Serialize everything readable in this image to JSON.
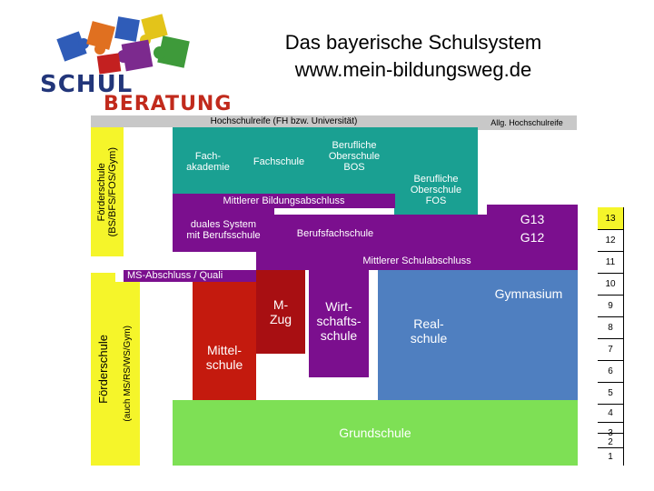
{
  "header": {
    "title_line1": "Das bayerische Schulsystem",
    "title_line2": "www.mein-bildungsweg.de",
    "logo_word1": "SCHUL",
    "logo_word2": "BERATUNG"
  },
  "blocks": {
    "hochschulreife": "Hochschulreife (FH bzw. Universität)",
    "allg_hochschulreife": "Allg. Hochschulreife",
    "foerderschule_top": "Förderschule",
    "foerderschule_top_sub": "(BS/BFS/FOS/Gym)",
    "fachakademie": "Fach-\nakademie",
    "fachschule": "Fachschule",
    "bos": "Berufliche\nOberschule\nBOS",
    "fos": "Berufliche\nOberschule\nFOS",
    "mittlerer_bildungsabschluss": "Mittlerer Bildungsabschluss",
    "duales_system": "duales System\nmit Berufsschule",
    "berufsfachschule": "Berufsfachschule",
    "g13": "G13",
    "g12": "G12",
    "mittlerer_schulabschluss": "Mittlerer Schulabschluss",
    "ms_abschluss": "MS-Abschluss / Quali",
    "foerderschule_bottom": "Förderschule",
    "foerderschule_bottom_sub": "(auch MS/RS/WS/Gym)",
    "mittelschule": "Mittel-\nschule",
    "m_zug": "M-\nZug",
    "wirtschaftsschule": "Wirt-\nschafts-\nschule",
    "realschule": "Real-\nschule",
    "gymnasium": "Gymnasium",
    "grundschule": "Grundschule"
  },
  "grades": [
    "13",
    "12",
    "11",
    "10",
    "9",
    "8",
    "7",
    "6",
    "5",
    "4",
    "3",
    "2",
    "1"
  ],
  "colors": {
    "purple": "#7b0f8e",
    "teal": "#1aa092",
    "yellow": "#f5f52a",
    "green": "#7ee055",
    "red": "#c41a0e",
    "blue": "#4f7fc0",
    "dark_red": "#a80f12",
    "gray": "#c8c8c8"
  }
}
